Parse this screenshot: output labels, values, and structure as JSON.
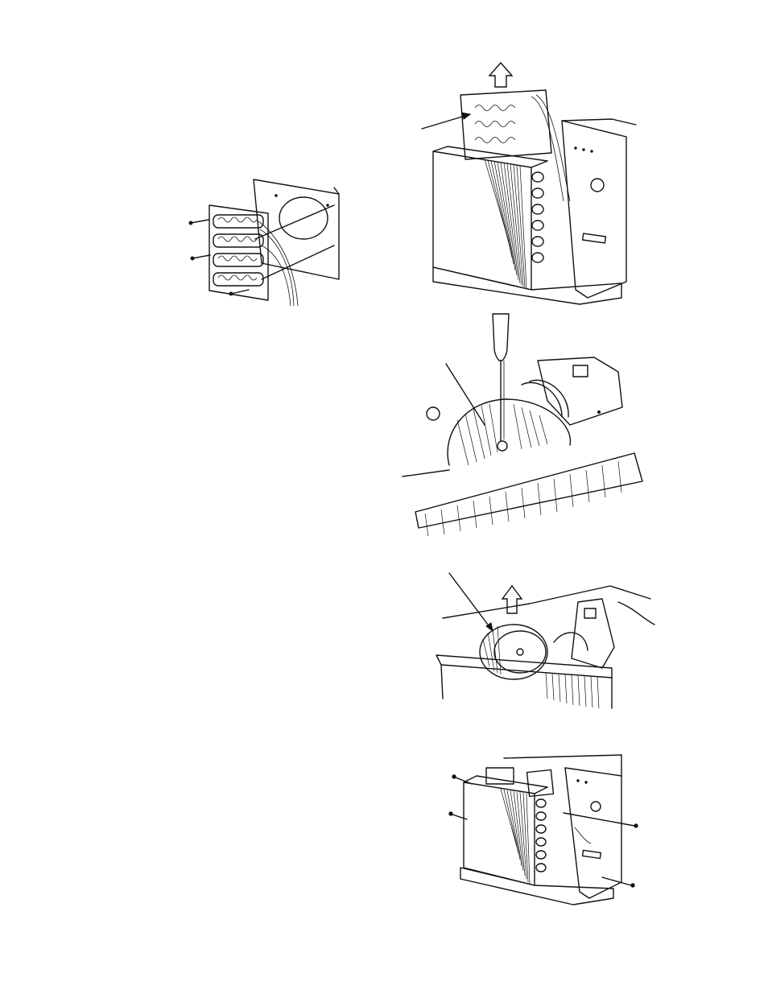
{
  "page": {
    "background": "#ffffff",
    "line_color": "#111111"
  },
  "figures": [
    {
      "id": "heater-assembly",
      "icon": "heater-element-assembly-illustration"
    },
    {
      "id": "heater-removal",
      "icon": "heater-lift-out-illustration"
    },
    {
      "id": "blower-screw",
      "icon": "screwdriver-blower-wheel-illustration"
    },
    {
      "id": "blower-removal",
      "icon": "blower-wheel-lift-out-illustration"
    },
    {
      "id": "evaporator-screws",
      "icon": "evaporator-mounting-screws-illustration"
    }
  ]
}
